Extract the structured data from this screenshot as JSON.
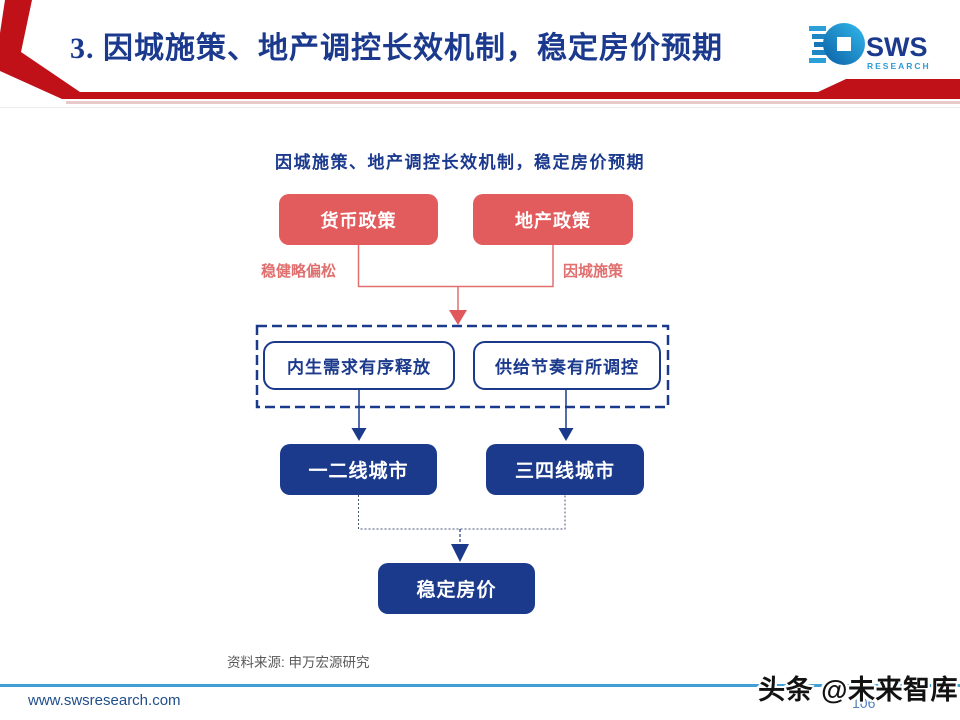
{
  "colors": {
    "brand_red": "#C01119",
    "navy": "#1B3A8C",
    "title_navy": "#1B3A8E",
    "coral": "#E25C5E",
    "coral_light": "#E0706F",
    "footer_line": "#3F9FD6",
    "gray_text": "#595959",
    "link_navy": "#1F4E8C",
    "page_blue": "#4F81BD"
  },
  "header": {
    "title": "3. 因城施策、地产调控长效机制，稳定房价预期",
    "logo": {
      "name": "SWS",
      "sub": "RESEARCH"
    }
  },
  "diagram": {
    "title": "因城施策、地产调控长效机制，稳定房价预期",
    "policy_boxes": [
      {
        "label": "货币政策"
      },
      {
        "label": "地产政策"
      }
    ],
    "policy_labels": [
      {
        "text": "稳健略偏松"
      },
      {
        "text": "因城施策"
      }
    ],
    "mechanism_boxes": [
      {
        "label": "内生需求有序释放"
      },
      {
        "label": "供给节奏有所调控"
      }
    ],
    "city_boxes": [
      {
        "label": "一二线城市"
      },
      {
        "label": "三四线城市"
      }
    ],
    "result_label": "稳定房价"
  },
  "source": {
    "text": "资料来源: 申万宏源研究"
  },
  "footer": {
    "url": "www.swsresearch.com",
    "page": "106",
    "watermark": "头条 @未来智库"
  }
}
